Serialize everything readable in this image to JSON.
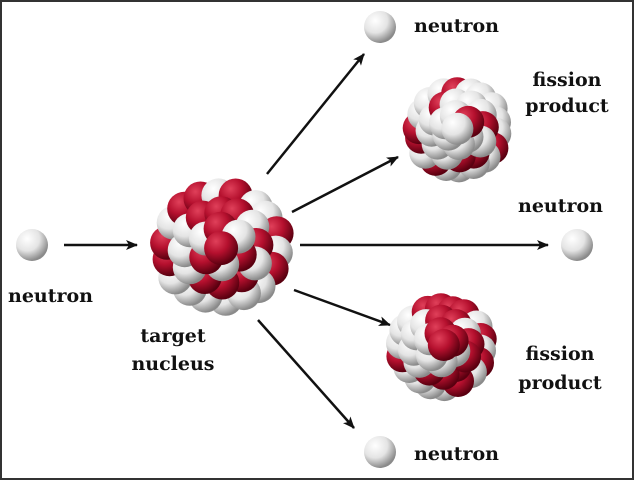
{
  "colors": {
    "proton": "#b5102e",
    "neutron": "#e8e8e8",
    "arrow": "#111111",
    "border": "#333333"
  },
  "labels": {
    "incoming_neutron": "neutron",
    "target_line1": "target",
    "target_line2": "nucleus",
    "top_neutron": "neutron",
    "fission_top_line1": "fission",
    "fission_top_line2": "product",
    "right_neutron": "neutron",
    "fission_bottom_line1": "fission",
    "fission_bottom_line2": "product",
    "bottom_neutron": "neutron"
  }
}
